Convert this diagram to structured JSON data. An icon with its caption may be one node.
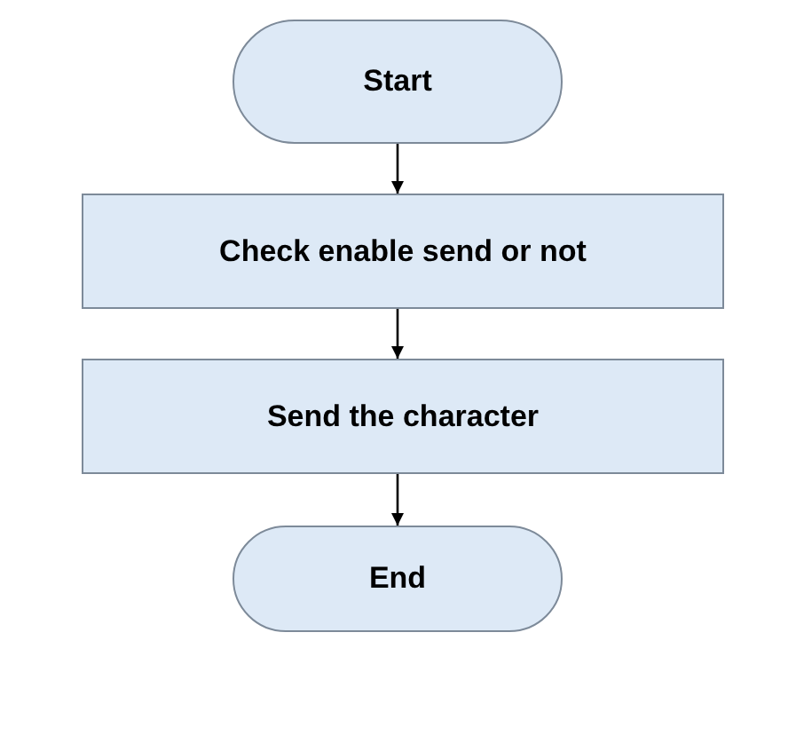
{
  "diagram": {
    "nodes": [
      {
        "text": [
          "Start"
        ]
      },
      {
        "text": [
          "Check enable send or not"
        ]
      },
      {
        "text": [
          "Send the character"
        ]
      },
      {
        "text": [
          "End"
        ]
      }
    ],
    "edges": [
      {
        "from": 0,
        "to": 1,
        "arrow": "to"
      },
      {
        "from": 1,
        "to": 2,
        "arrow": "to"
      },
      {
        "from": 2,
        "to": 3,
        "arrow": "to"
      }
    ]
  }
}
